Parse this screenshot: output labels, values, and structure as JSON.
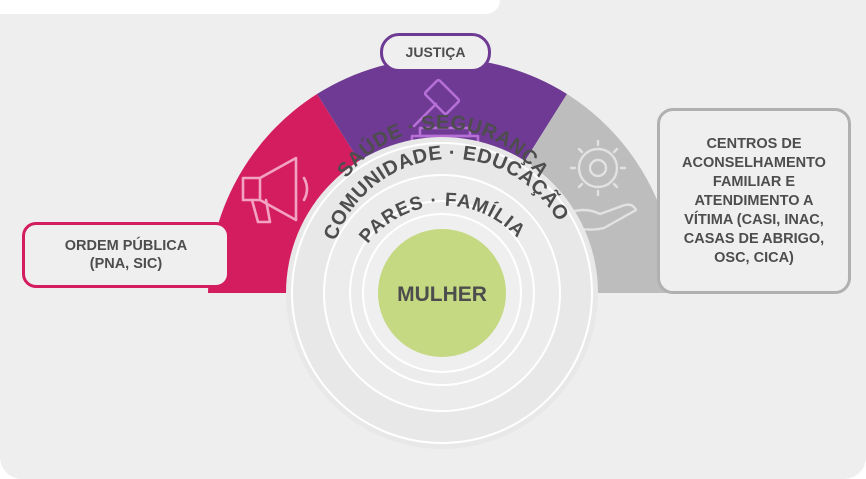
{
  "labels": {
    "justica": "JUSTIÇA",
    "ordem_publica": "ORDEM PÚBLICA\n(PNA, SIC)",
    "centros": "CENTROS DE\nACONSELHAMENTO\nFAMILIAR E\nATENDIMENTO A\nVÍTIMA (CASI, INAC,\nCASAS DE ABRIGO,\nOSC, CICA)"
  },
  "rings": {
    "outer": "SAÚDE · SEGURANÇA",
    "middle": "COMUNIDADE · EDUCAÇÃO",
    "inner": "PARES · FAMÍLIA",
    "center": "MULHER"
  },
  "icons": [
    "megaphone-icon",
    "gavel-icon",
    "gear-hand-icon"
  ],
  "colors": {
    "ordem_publica": "#d41d5f",
    "justica": "#6e3a93",
    "centros": "#bdbdbd",
    "center": "#c5d982",
    "text": "#4d4d4d"
  }
}
